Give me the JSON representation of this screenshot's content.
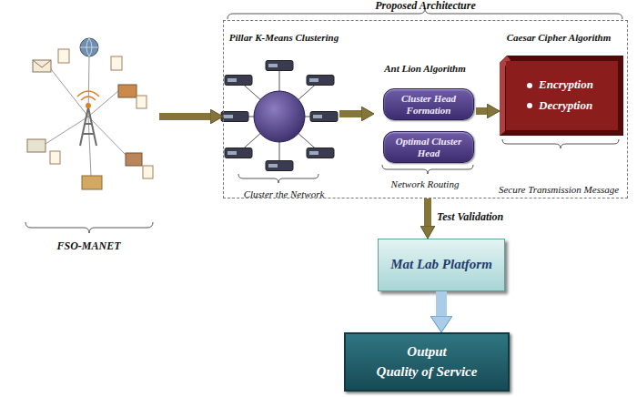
{
  "diagram": {
    "nodes": [
      {
        "text": [
          "FSO-MANET"
        ]
      },
      {
        "text": [
          "Proposed Architecture"
        ]
      },
      {
        "text": [
          "Pillar K-Means Clustering",
          "Cluster the Network"
        ],
        "in": 1
      },
      {
        "text": [
          "Ant Lion Algorithm",
          "Network Routing"
        ],
        "in": 1
      },
      {
        "text": [
          "Cluster Head Formation"
        ],
        "in": 3
      },
      {
        "text": [
          "Optimal Cluster Head"
        ],
        "in": 3
      },
      {
        "text": [
          "Caesar Cipher Algorithm",
          "Secure Transmission Message"
        ],
        "in": 1
      },
      {
        "text": [
          "Encryption",
          "Decryption"
        ],
        "in": 6
      },
      {
        "text": [
          "Mat Lab Platform"
        ]
      },
      {
        "text": [
          "Output",
          "Quality of Service"
        ]
      }
    ],
    "edges": [
      {
        "from": 0,
        "to": 1,
        "arrow": "to"
      },
      {
        "from": 2,
        "to": 3,
        "arrow": "to"
      },
      {
        "from": 3,
        "to": 7,
        "arrow": "to"
      },
      {
        "from": 1,
        "to": 8,
        "arrow": "to",
        "label": "Test Validation"
      },
      {
        "from": 8,
        "to": 9,
        "arrow": "to"
      }
    ]
  }
}
